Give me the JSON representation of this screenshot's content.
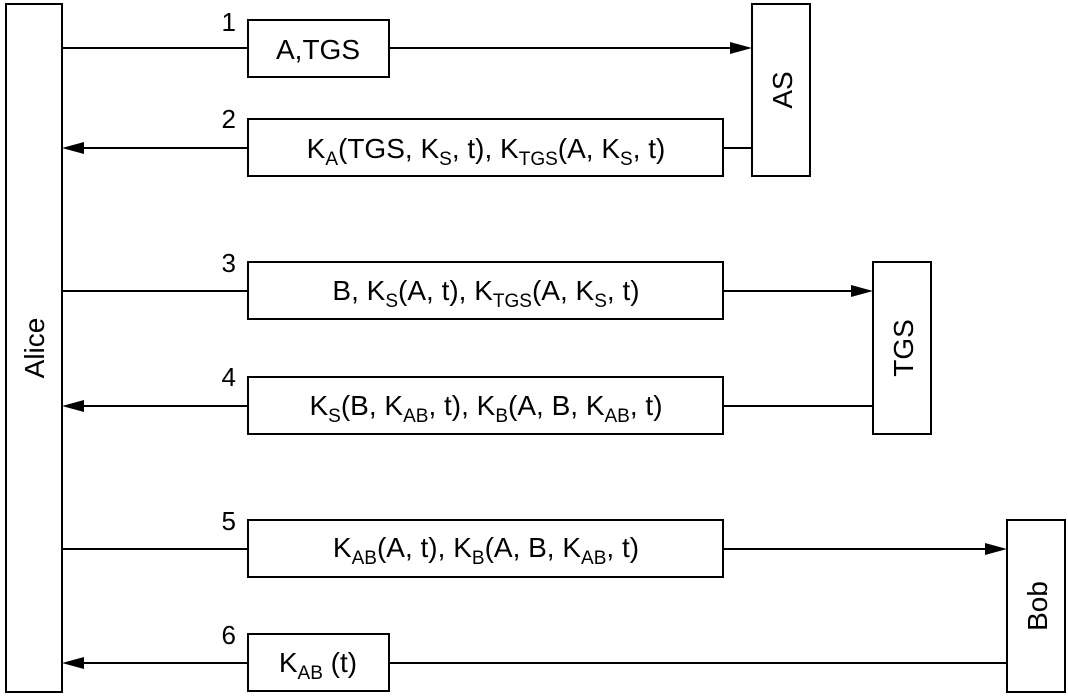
{
  "participants": {
    "alice": "Alice",
    "as": "AS",
    "tgs": "TGS",
    "bob": "Bob"
  },
  "steps": [
    {
      "number": "1",
      "direction": "to-as",
      "message": [
        {
          "t": "A,TGS"
        }
      ]
    },
    {
      "number": "2",
      "direction": "from-as",
      "message": [
        {
          "t": "K"
        },
        {
          "t": "A",
          "sub": true
        },
        {
          "t": "(TGS, K"
        },
        {
          "t": "S",
          "sub": true
        },
        {
          "t": ", t), K"
        },
        {
          "t": "TGS",
          "sub": true
        },
        {
          "t": "(A, K"
        },
        {
          "t": "S",
          "sub": true
        },
        {
          "t": ", t)"
        }
      ]
    },
    {
      "number": "3",
      "direction": "to-tgs",
      "message": [
        {
          "t": "B, K"
        },
        {
          "t": "S",
          "sub": true
        },
        {
          "t": "(A, t), K"
        },
        {
          "t": "TGS",
          "sub": true
        },
        {
          "t": "(A, K"
        },
        {
          "t": "S",
          "sub": true
        },
        {
          "t": ", t)"
        }
      ]
    },
    {
      "number": "4",
      "direction": "from-tgs",
      "message": [
        {
          "t": "K"
        },
        {
          "t": "S",
          "sub": true
        },
        {
          "t": "(B, K"
        },
        {
          "t": "AB",
          "sub": true
        },
        {
          "t": ", t), K"
        },
        {
          "t": "B",
          "sub": true
        },
        {
          "t": "(A, B, K"
        },
        {
          "t": "AB",
          "sub": true
        },
        {
          "t": ", t)"
        }
      ]
    },
    {
      "number": "5",
      "direction": "to-bob",
      "message": [
        {
          "t": "K"
        },
        {
          "t": "AB",
          "sub": true
        },
        {
          "t": "(A, t), K"
        },
        {
          "t": "B",
          "sub": true
        },
        {
          "t": "(A, B, K"
        },
        {
          "t": "AB",
          "sub": true
        },
        {
          "t": ", t)"
        }
      ]
    },
    {
      "number": "6",
      "direction": "from-bob",
      "message": [
        {
          "t": "K"
        },
        {
          "t": "AB",
          "sub": true
        },
        {
          "t": " (t)"
        }
      ]
    }
  ]
}
